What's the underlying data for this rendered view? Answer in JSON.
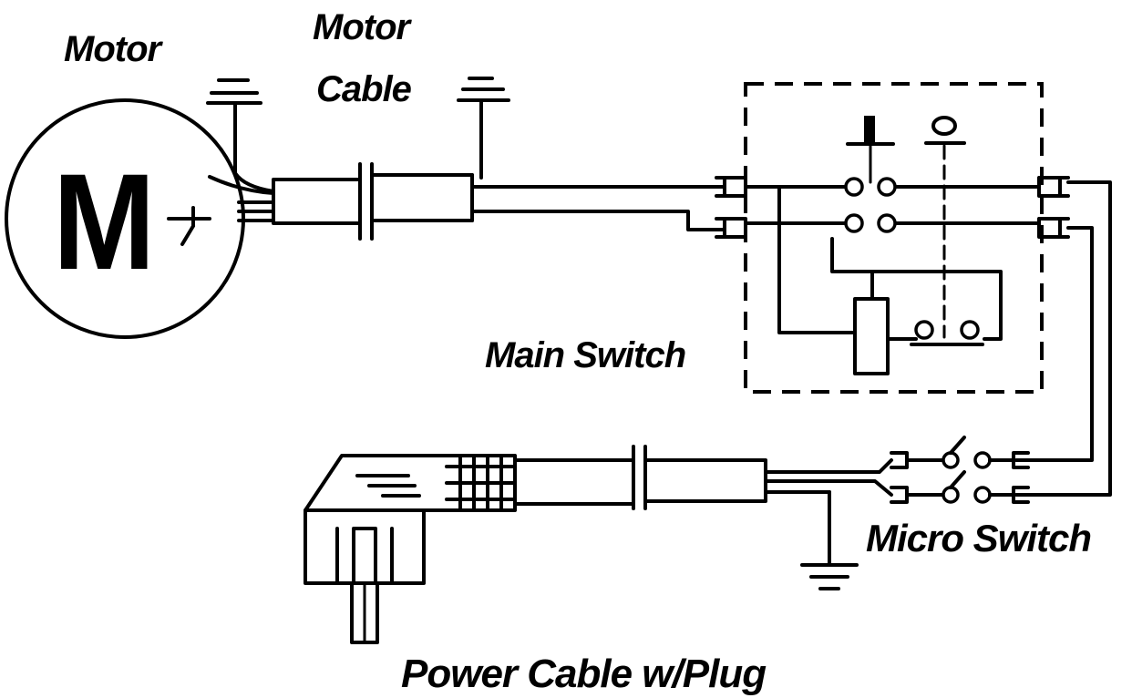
{
  "labels": {
    "motor": "Motor",
    "motor_symbol": "M",
    "motor_cable_line1": "Motor",
    "motor_cable_line2": "Cable",
    "main_switch": "Main Switch",
    "main_switch_on": "I",
    "main_switch_off": "O",
    "micro_switch": "Micro Switch",
    "power_cable": "Power Cable w/Plug"
  }
}
